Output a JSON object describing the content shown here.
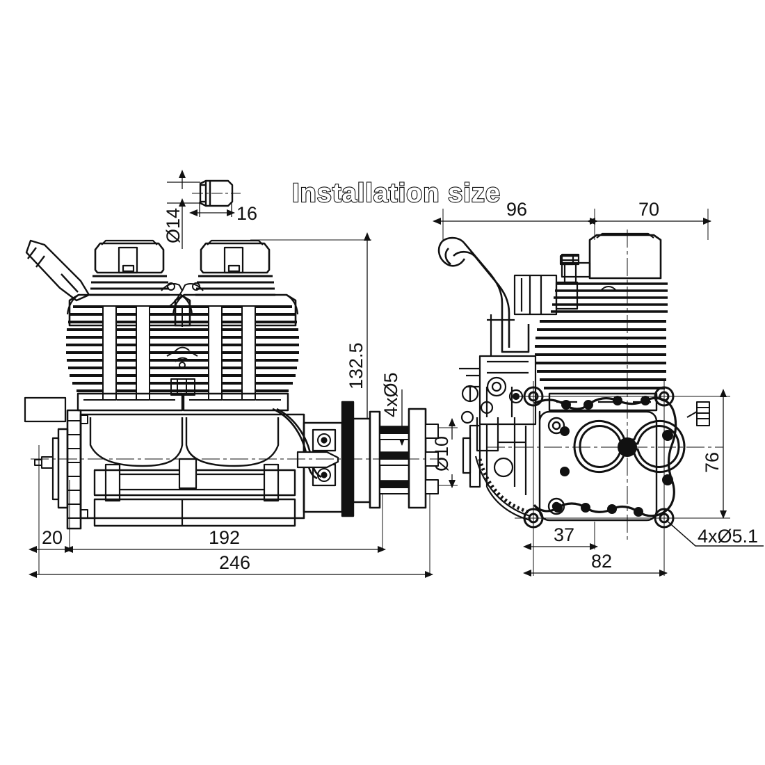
{
  "drawing": {
    "title": "Installation size",
    "background_color": "#ffffff",
    "line_color": "#111111",
    "subject": "two-cylinder four-stroke model aircraft engine installation drawing",
    "views": [
      {
        "name": "front-view",
        "label": ""
      },
      {
        "name": "side-view",
        "label": ""
      },
      {
        "name": "shaft-detail-view",
        "label": ""
      }
    ]
  },
  "dimensions": {
    "detail_shaft_length": "16",
    "detail_shaft_diameter": "Ø14",
    "overall_height": "132.5",
    "prop_bolt_circle": "4xØ5",
    "prop_shaft_diameter": "Ø10",
    "rear_offset": "20",
    "mount_to_prop": "192",
    "overall_length": "246",
    "side_front_length": "96",
    "side_rear_length": "70",
    "mount_hole_span_v": "76",
    "mount_hole_half_span": "37",
    "mount_hole_span_h": "82",
    "mount_holes": "4xØ5.1"
  },
  "colors": {
    "ink": "#111111",
    "paper": "#ffffff",
    "thin_line": "#222222"
  }
}
